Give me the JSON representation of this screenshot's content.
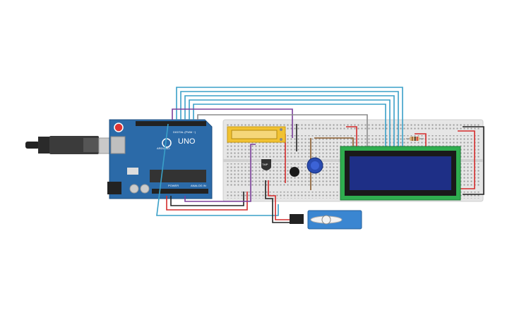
{
  "arduino": {
    "brand": "UNO",
    "logo_text": "ARDUINO",
    "digital_label": "DIGITAL (PWM ~)",
    "power_label": "POWER",
    "analog_label": "ANALOG IN",
    "board_color": "#2b6aa8"
  },
  "lcd": {
    "screen_color": "#1e2f86",
    "pcb_color": "#2fae4f",
    "text": ""
  },
  "sensor": {
    "label": "TMP"
  },
  "colors": {
    "breadboard": "#e6e6e6",
    "wire_blue": "#3aa0c8",
    "wire_purple": "#7b3f9a",
    "wire_red": "#d42b2b",
    "wire_black": "#222222",
    "wire_brown": "#8a5a2b",
    "wire_gray": "#8c8c8c"
  },
  "icons": [
    "usb-cable-icon",
    "potentiometer-icon",
    "buzzer-icon",
    "servo-icon",
    "temperature-sensor-icon",
    "resistor-icon",
    "pushbutton-icon"
  ]
}
